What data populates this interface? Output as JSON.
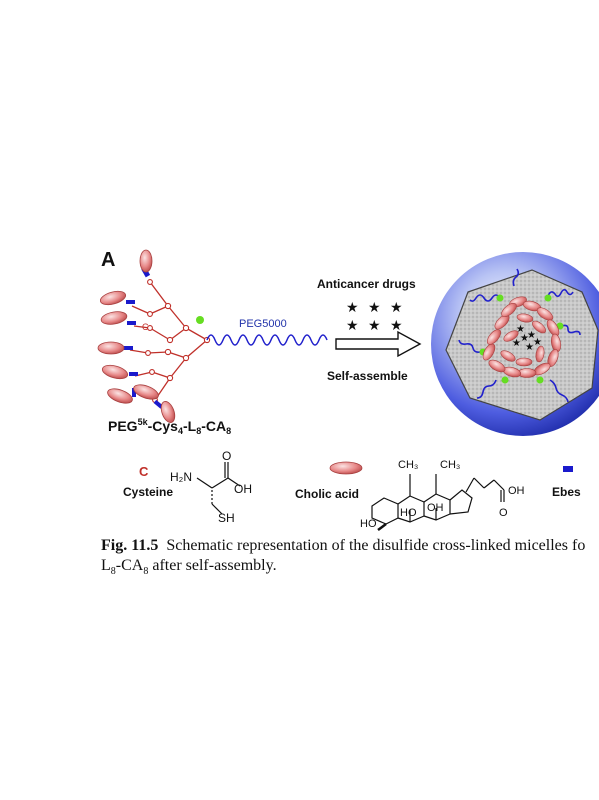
{
  "figure": {
    "panel_label": "A",
    "peg_label": "PEG5000",
    "polymer_name": {
      "part1": "PEG",
      "sup": "5k",
      "part2": "-Cys",
      "sub1": "4",
      "part3": "-L",
      "sub2": "8",
      "part4": "-CA",
      "sub3": "8"
    },
    "cys_letter": "C",
    "drugs_label": "Anticancer drugs",
    "assemble_label": "Self-assemble",
    "legend": {
      "cysteine": "Cysteine",
      "cholic_acid": "Cholic acid",
      "ebes": "Ebes"
    },
    "chem_labels": {
      "h2n": "H₂N",
      "o": "O",
      "oh": "OH",
      "sh": "SH",
      "ch3": "CH₃",
      "ho": "HO"
    },
    "colors": {
      "cholic": "#e07878",
      "cysteine": "#c0302a",
      "ebes": "#1a1acc",
      "peg": "#2222cc",
      "thiol": "#66dd22",
      "micelle": "#3a49d8"
    }
  },
  "caption": {
    "fig_label": "Fig. 11.5",
    "line1_text": "Schematic representation of the disulfide cross-linked micelles fo",
    "line2_pre": "L",
    "line2_sub1": "8",
    "line2_mid": "-CA",
    "line2_sub2": "8",
    "line2_post": " after self-assembly."
  }
}
